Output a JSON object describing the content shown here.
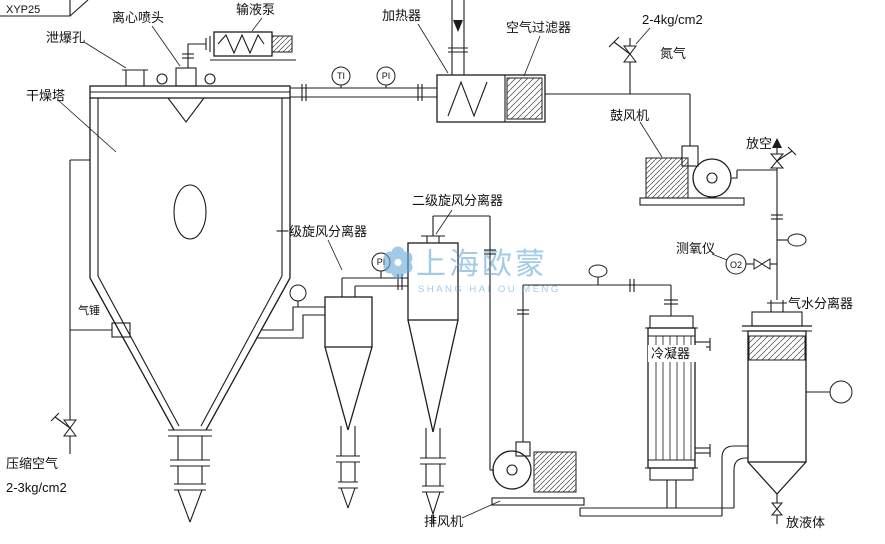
{
  "title_block": {
    "code": "XYP25"
  },
  "watermark": {
    "cn": "上海欧蒙",
    "en": "SHANG HAI OU MENG",
    "color": "#66a9d8"
  },
  "labels": {
    "drying_tower": "干燥塔",
    "explosion_vent": "泄爆孔",
    "spray_head": "离心喷头",
    "feed_pump": "输液泵",
    "heater": "加热器",
    "air_filter": "空气过滤器",
    "nitrogen_pressure": "2-4kg/cm2",
    "nitrogen": "氮气",
    "blower": "鼓风机",
    "vent": "放空",
    "cyclone_secondary": "二级旋风分离器",
    "cyclone_primary": "一级旋风分离器",
    "oxygen_meter": "测氧仪",
    "gas_water_separator": "气水分离器",
    "condenser": "冷凝器",
    "exhaust_fan": "排风机",
    "drain_liquid": "放液体",
    "air_hammer": "气锤",
    "compressed_air": "压缩空气",
    "compressed_air_pressure": "2-3kg/cm2"
  },
  "instruments": {
    "ti": "TI",
    "pi": "PI",
    "pi2": "PI",
    "o2": "O2"
  }
}
